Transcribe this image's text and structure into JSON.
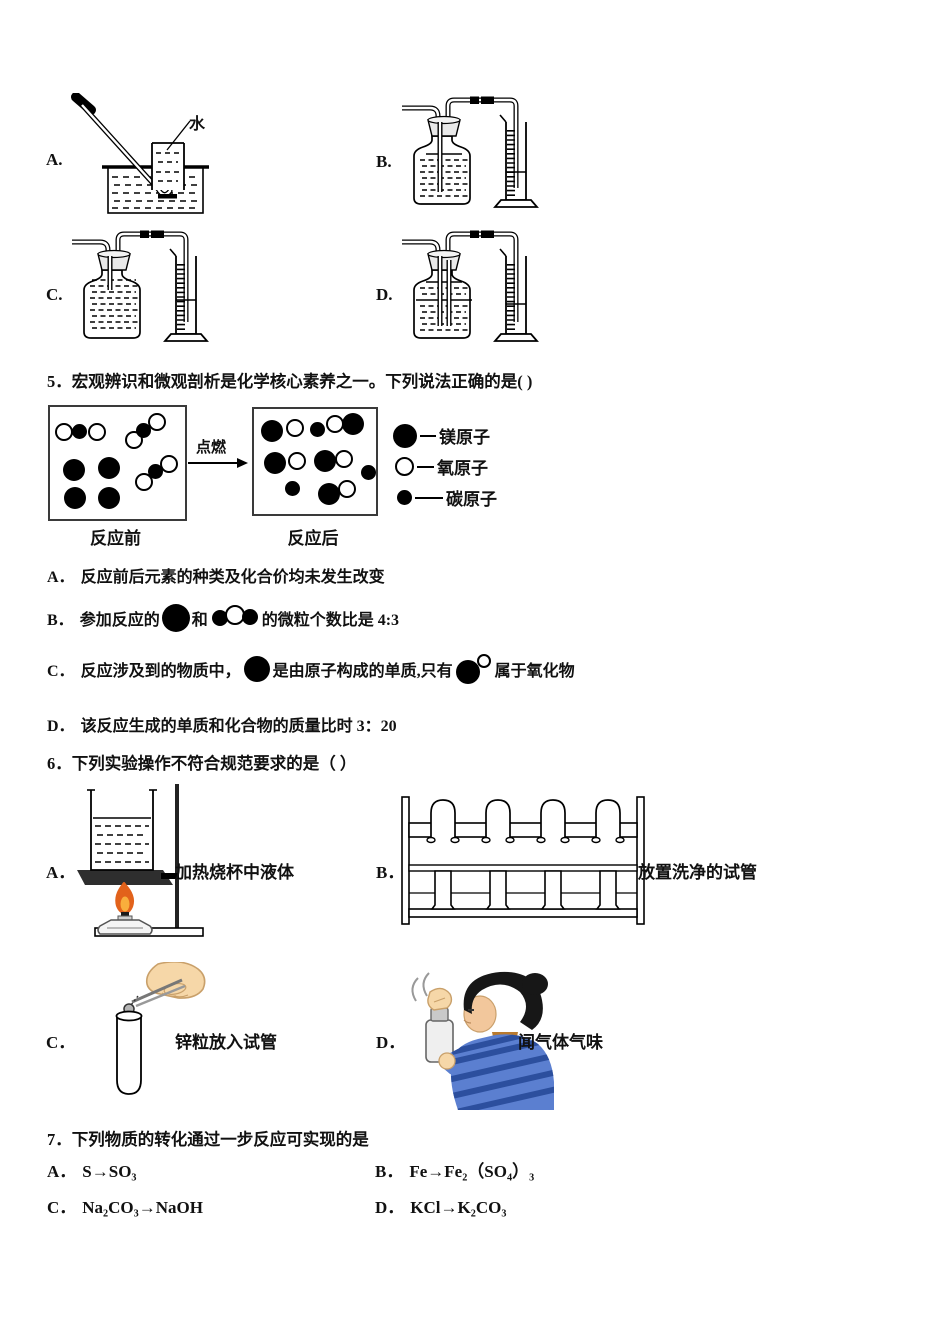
{
  "q4_options": [
    {
      "letter": "A.",
      "water_label": "水"
    },
    {
      "letter": "B."
    },
    {
      "letter": "C."
    },
    {
      "letter": "D."
    }
  ],
  "q5": {
    "number": "5．",
    "text": "宏观辨识和微观剖析是化学核心素养之一。下列说法正确的是( )",
    "figure": {
      "before_label": "反应前",
      "after_label": "反应后",
      "arrow_label": "点燃",
      "legend": [
        {
          "symbol": "large-black-circle",
          "label": "镁原子"
        },
        {
          "symbol": "white-circle",
          "label": "氧原子"
        },
        {
          "symbol": "small-black-circle",
          "label": "碳原子"
        }
      ]
    },
    "options": [
      {
        "letter": "A．",
        "text": "反应前后元素的种类及化合价均未发生改变"
      },
      {
        "letter": "B．",
        "pre": "参加反应的",
        "mid": "和",
        "post": "的微粒个数比是 4:3"
      },
      {
        "letter": "C．",
        "pre": "反应涉及到的物质中，",
        "mid": "是由原子构成的单质,只有",
        "post": "属于氧化物"
      },
      {
        "letter": "D．",
        "text": "该反应生成的单质和化合物的质量比时 3：20"
      }
    ]
  },
  "q6": {
    "number": "6．",
    "text": "下列实验操作不符合规范要求的是（ ）",
    "options": [
      {
        "letter": "A．",
        "caption": "加热烧杯中液体"
      },
      {
        "letter": "B．",
        "caption": "放置洗净的试管"
      },
      {
        "letter": "C．",
        "caption": "锌粒放入试管"
      },
      {
        "letter": "D．",
        "caption": "闻气体气味"
      }
    ]
  },
  "q7": {
    "number": "7．",
    "text": "下列物质的转化通过一步反应可实现的是",
    "options": [
      {
        "letter": "A．",
        "formula": "S→SO₃"
      },
      {
        "letter": "B．",
        "formula": "Fe→Fe₂（SO₄）₃"
      },
      {
        "letter": "C．",
        "formula": "Na₂CO₃→NaOH"
      },
      {
        "letter": "D．",
        "formula": "KCl→K₂CO₃"
      }
    ]
  },
  "colors": {
    "flame_outer": "#e2621b",
    "flame_inner": "#f9ae3c",
    "skin": "#f6d7a8",
    "sweater_blue": "#5b7fd0",
    "sweater_stripe": "#2c4f9e",
    "collar_orange": "#b97a2e"
  }
}
